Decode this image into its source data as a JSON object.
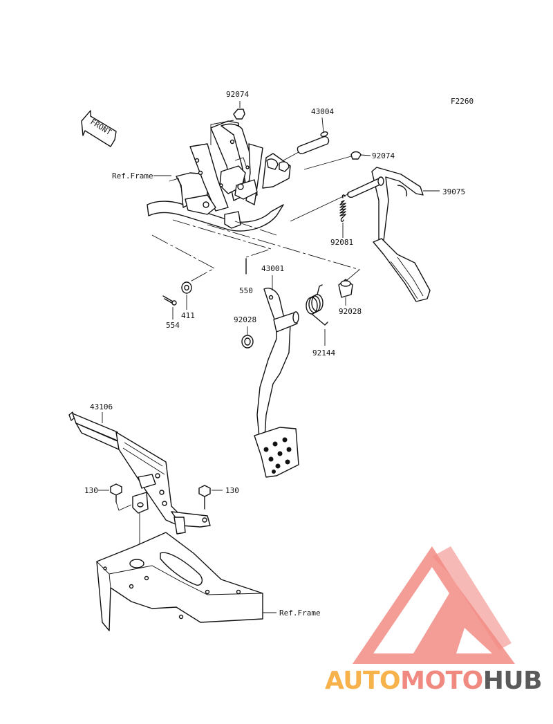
{
  "diagram": {
    "code": "F2260",
    "front_label": "FRONT",
    "ref_frame_label": "Ref.Frame",
    "parts": {
      "p92074a": "92074",
      "p43004": "43004",
      "p92074b": "92074",
      "p39075": "39075",
      "p92081": "92081",
      "p550": "550",
      "p43001": "43001",
      "p411": "411",
      "p554": "554",
      "p92028a": "92028",
      "p92028b": "92028",
      "p92144": "92144",
      "p43106": "43106",
      "p130a": "130",
      "p130b": "130"
    }
  },
  "watermark": {
    "part1": "AUTO",
    "part2": "MOTO",
    "part3": "HUB",
    "colors": {
      "auto": "#f7b24c",
      "moto": "#f08a80",
      "hub": "#5a5a5a",
      "logo": "#f28b84"
    }
  }
}
